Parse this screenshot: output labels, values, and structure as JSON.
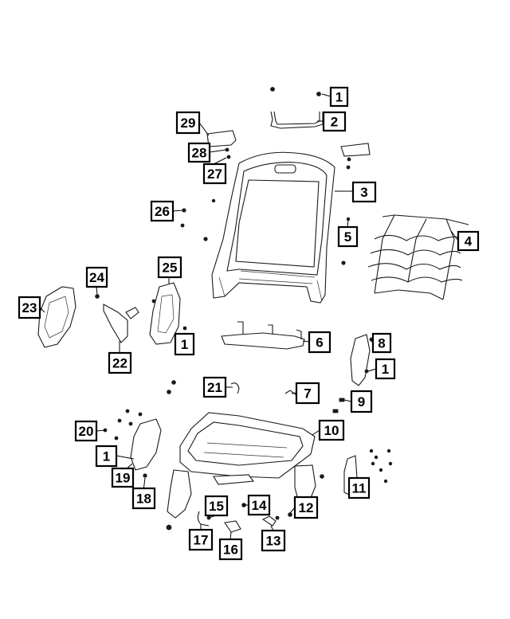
{
  "diagram": {
    "callouts": [
      "1",
      "2",
      "29",
      "28",
      "27",
      "3",
      "26",
      "5",
      "4",
      "25",
      "24",
      "23",
      "1",
      "22",
      "6",
      "8",
      "1",
      "21",
      "7",
      "9",
      "20",
      "10",
      "1",
      "19",
      "18",
      "11",
      "15",
      "14",
      "12",
      "17",
      "16",
      "13"
    ]
  }
}
